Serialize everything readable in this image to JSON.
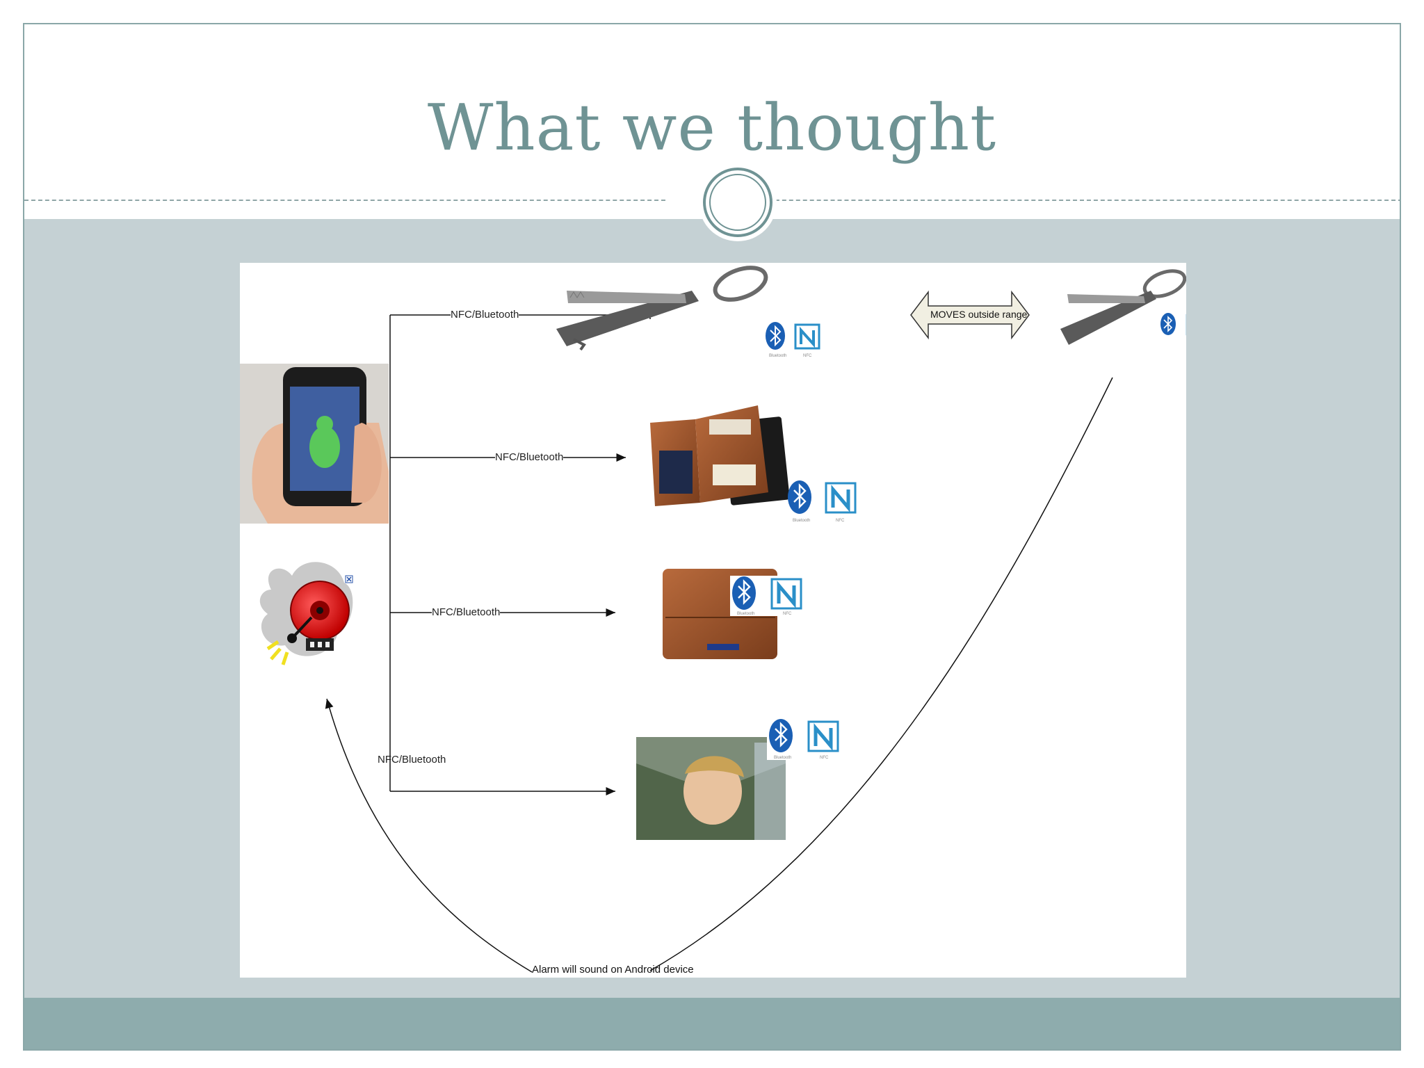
{
  "slide": {
    "title": "What we thought"
  },
  "diagram": {
    "links": [
      {
        "label": "NFC/Bluetooth",
        "target": "keys"
      },
      {
        "label": "NFC/Bluetooth",
        "target": "passport-wallet"
      },
      {
        "label": "NFC/Bluetooth",
        "target": "wallet"
      },
      {
        "label": "NFC/Bluetooth",
        "target": "child"
      }
    ],
    "moves_label": "MOVES outside range",
    "alarm_label": "Alarm will sound on Android device",
    "tag_icons": [
      "bluetooth-icon",
      "nfc-icon"
    ]
  },
  "colors": {
    "title": "#6f9394",
    "band": "#c5d1d4",
    "footer": "#8eacad",
    "frame": "#8aa7a8",
    "bluetooth_blue": "#1a5fb4",
    "nfc_blue": "#2a8fc8",
    "alarm_red": "#e11b1b"
  }
}
